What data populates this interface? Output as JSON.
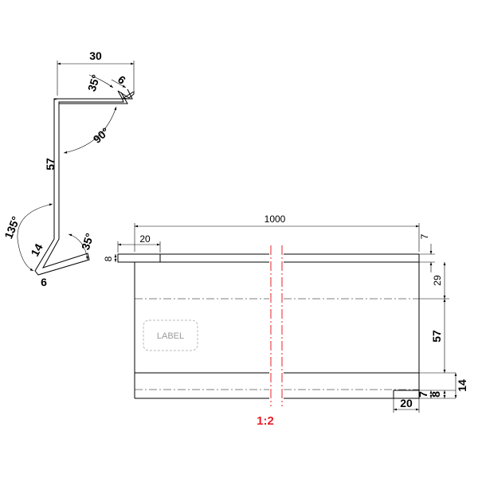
{
  "profile": {
    "dim_top_width": "30",
    "dim_flange_top": "6",
    "angle_top": "35°",
    "angle_corner": "90°",
    "dim_web_height": "57",
    "angle_bottom_left": "135°",
    "dim_bottom_length": "14",
    "angle_bottom_right": "35°",
    "dim_flange_bottom": "6"
  },
  "strip": {
    "dim_length": "1000",
    "dim_tab_width": "20",
    "dim_tab_height": "8",
    "dim_right_7_top": "7",
    "dim_right_29": "29",
    "dim_right_57": "57",
    "dim_right_14": "14",
    "dim_right_7_bottom": "7",
    "dim_right_8": "8",
    "dim_bottom_tab_width": "20",
    "label_placeholder": "LABEL",
    "scale_text": "1:2",
    "scale_color": "#e8202a"
  }
}
